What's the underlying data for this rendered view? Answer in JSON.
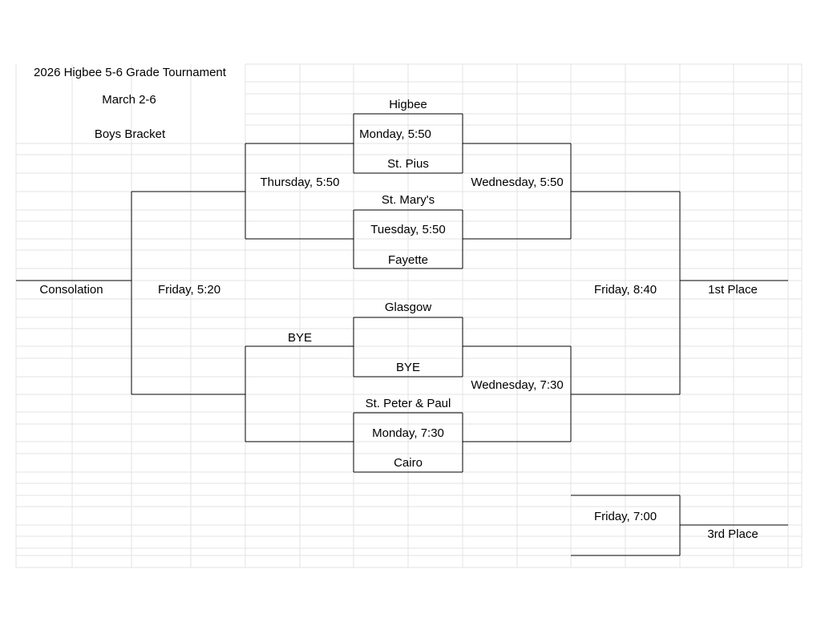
{
  "header": {
    "title": "2026 Higbee 5-6 Grade Tournament",
    "dates": "March 2-6",
    "bracket_name": "Boys Bracket"
  },
  "round1": [
    {
      "top": "Higbee",
      "time": "Monday, 5:50",
      "bottom": "St. Pius"
    },
    {
      "top": "St. Mary's",
      "time": "Tuesday, 5:50",
      "bottom": "Fayette"
    },
    {
      "top": "Glasgow",
      "time": "",
      "bottom": "BYE"
    },
    {
      "top": "St. Peter & Paul",
      "time": "Monday, 7:30",
      "bottom": "Cairo"
    }
  ],
  "round2": {
    "upper_left": "Thursday, 5:50",
    "upper_right": "Wednesday, 5:50",
    "lower_left": "BYE",
    "lower_right": "Wednesday, 7:30"
  },
  "finals": {
    "consolation_game": "Friday, 5:20",
    "consolation_label": "Consolation",
    "championship_game": "Friday, 8:40",
    "championship_label": "1st Place",
    "third_place_game": "Friday, 7:00",
    "third_place_label": "3rd Place"
  },
  "colors": {
    "gridline": "#e3e3e3",
    "bracket_line": "#000000"
  }
}
